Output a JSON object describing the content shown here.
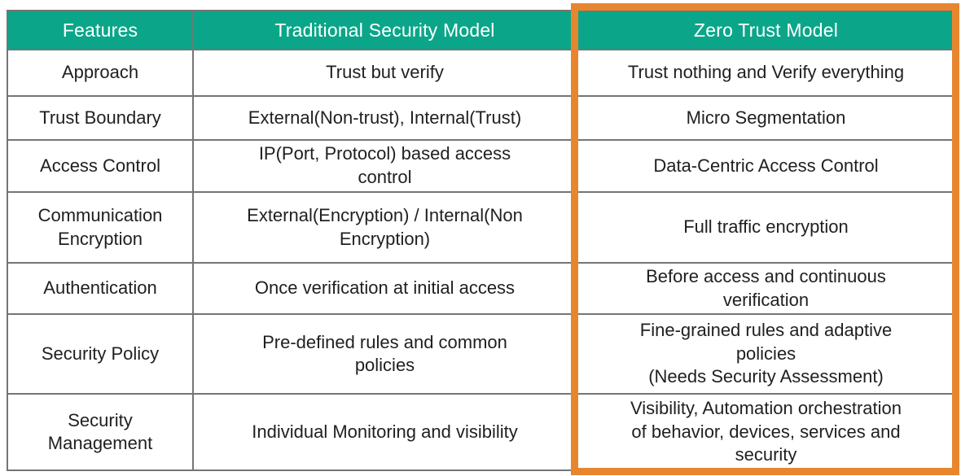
{
  "colors": {
    "header_bg": "#0BA689",
    "header_text": "#FFFFFF",
    "body_text": "#1F1F1F",
    "grid_line": "#757575",
    "highlight_border": "#E8862F",
    "background": "#FFFFFF"
  },
  "table": {
    "columns": [
      "Features",
      "Traditional Security Model",
      "Zero Trust Model"
    ],
    "rows": [
      {
        "feature": "Approach",
        "traditional": "Trust but verify",
        "zero_trust": "Trust nothing and Verify everything"
      },
      {
        "feature": "Trust Boundary",
        "traditional": "External(Non-trust), Internal(Trust)",
        "zero_trust": "Micro Segmentation"
      },
      {
        "feature": "Access Control",
        "traditional": "IP(Port, Protocol) based access\ncontrol",
        "zero_trust": "Data-Centric Access Control"
      },
      {
        "feature": "Communication\nEncryption",
        "traditional": "External(Encryption) / Internal(Non\nEncryption)",
        "zero_trust": "Full traffic encryption"
      },
      {
        "feature": "Authentication",
        "traditional": "Once verification at initial access",
        "zero_trust": "Before access and continuous\nverification"
      },
      {
        "feature": "Security Policy",
        "traditional": "Pre-defined rules and common\npolicies",
        "zero_trust": "Fine-grained rules and adaptive\npolicies\n(Needs Security Assessment)"
      },
      {
        "feature": "Security\nManagement",
        "traditional": "Individual Monitoring and visibility",
        "zero_trust": "Visibility, Automation orchestration\nof behavior, devices, services and\nsecurity"
      }
    ]
  },
  "highlight": {
    "target": "Zero Trust Model column"
  }
}
